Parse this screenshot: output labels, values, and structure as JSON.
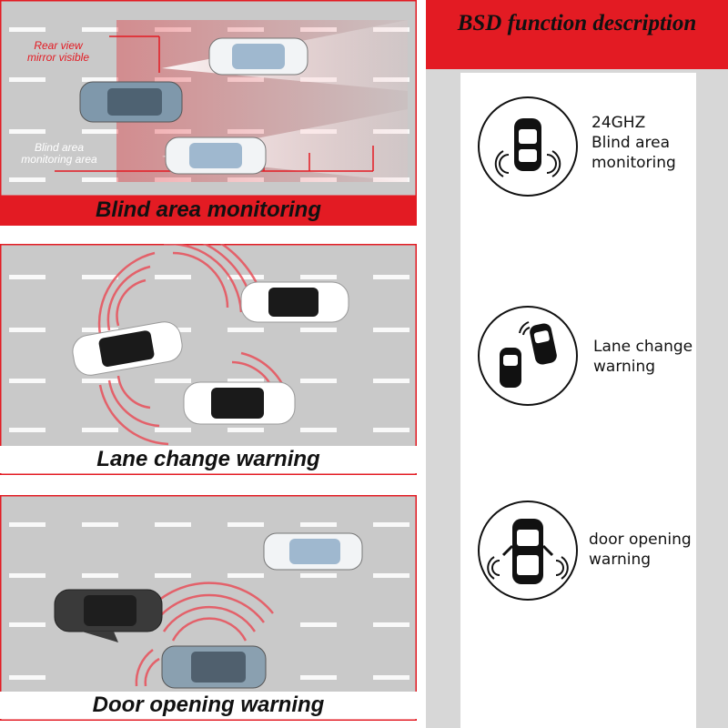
{
  "panels": [
    {
      "caption": "Blind area monitoring",
      "annotations": {
        "rear_view": "Rear view\nmirror visible",
        "blind_area": "Blind area\nmonitoring area"
      }
    },
    {
      "caption": "Lane change warning"
    },
    {
      "caption": "Door opening warning"
    }
  ],
  "header": {
    "title": "BSD function description"
  },
  "features": [
    {
      "icon": "car-radar-icon",
      "label_lines": [
        "24GHZ",
        "Blind area",
        "monitoring"
      ]
    },
    {
      "icon": "lane-change-icon",
      "label_lines": [
        "Lane change",
        "warning"
      ]
    },
    {
      "icon": "door-open-icon",
      "label_lines": [
        "door opening",
        "warning"
      ]
    }
  ],
  "colors": {
    "accent_red": "#e31b23",
    "road_gray": "#c9c9c9",
    "lane_white": "#ffffff",
    "radar_red": "#e8505a",
    "column_gray": "#d7d7d7"
  }
}
